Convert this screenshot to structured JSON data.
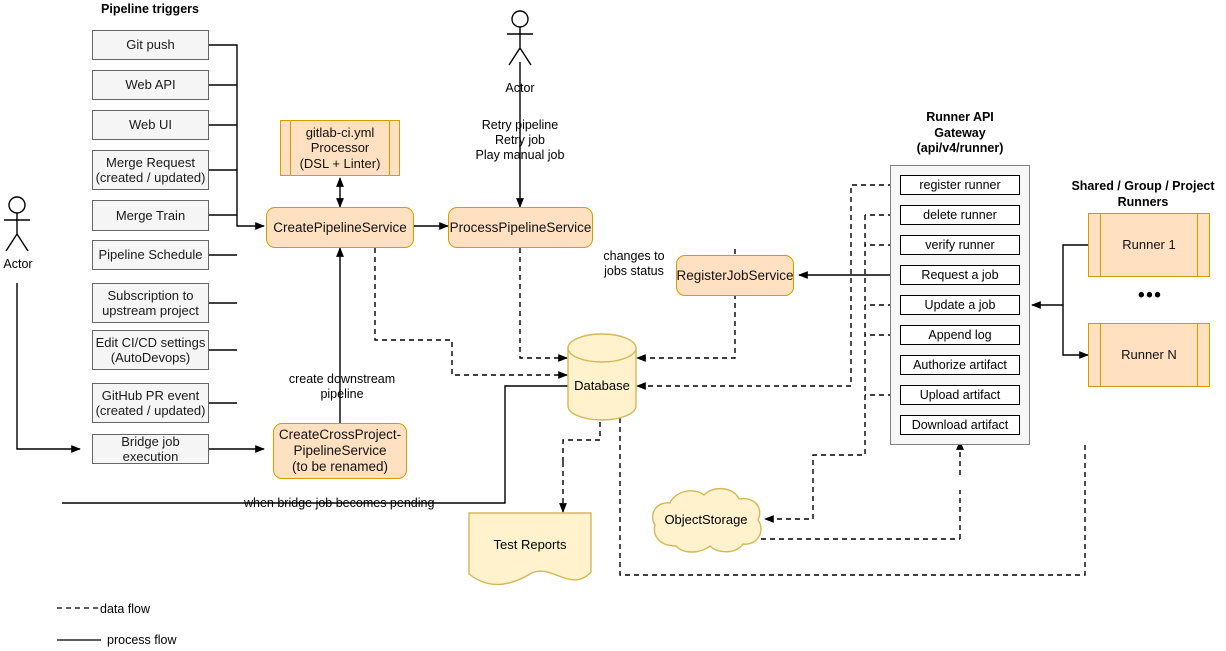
{
  "headings": {
    "pipeline_triggers": "Pipeline triggers",
    "runner_api_gateway": "Runner API\nGateway\n(api/v4/runner)",
    "runners_group": "Shared / Group / Project\nRunners"
  },
  "actors": [
    {
      "name": "actor-left",
      "label": "Actor"
    },
    {
      "name": "actor-top",
      "label": "Actor"
    }
  ],
  "triggers": [
    {
      "label": "Git push"
    },
    {
      "label": "Web API"
    },
    {
      "label": "Web UI"
    },
    {
      "label": "Merge Request\n(created / updated)"
    },
    {
      "label": "Merge Train"
    },
    {
      "label": "Pipeline Schedule"
    },
    {
      "label": "Subscription to\nupstream project"
    },
    {
      "label": "Edit CI/CD settings\n(AutoDevops)"
    },
    {
      "label": "GitHub PR event\n(created / updated)"
    },
    {
      "label": "Bridge job execution"
    }
  ],
  "services": {
    "yml_processor": "gitlab-ci.yml\nProcessor\n(DSL + Linter)",
    "create_pipeline": "CreatePipelineService",
    "process_pipeline": "ProcessPipelineService",
    "register_job": "RegisterJobService",
    "cross_project": "CreateCrossProject-\nPipelineService\n(to be renamed)"
  },
  "stores": {
    "database": "Database",
    "test_reports": "Test Reports",
    "object_storage": "ObjectStorage"
  },
  "endpoints": [
    {
      "label": "register runner"
    },
    {
      "label": "delete runner"
    },
    {
      "label": "verify runner"
    },
    {
      "label": "Request a job"
    },
    {
      "label": "Update a job"
    },
    {
      "label": "Append log"
    },
    {
      "label": "Authorize artifact"
    },
    {
      "label": "Upload artifact"
    },
    {
      "label": "Download artifact"
    }
  ],
  "runners": [
    {
      "label": "Runner 1"
    },
    {
      "label": "Runner N"
    }
  ],
  "runners_ellipsis": "•••",
  "edge_labels": {
    "retry": "Retry pipeline\nRetry job\nPlay manual job",
    "changes_to_jobs_status": "changes to\njobs status",
    "create_downstream_pipeline": "create downstream\npipeline",
    "when_bridge_pending": "when bridge job becomes pending"
  },
  "legend": {
    "data_flow": "data flow",
    "process_flow": "process flow"
  },
  "colors": {
    "service_fill": "#ffe0c0",
    "service_stroke": "#d79b00",
    "store_fill": "#fff2cc",
    "store_stroke": "#d6b656",
    "trigger_fill": "#f5f5f5",
    "trigger_stroke": "#666666",
    "panel_fill": "#f7f7f7",
    "panel_stroke": "#808080",
    "line": "#000000"
  }
}
